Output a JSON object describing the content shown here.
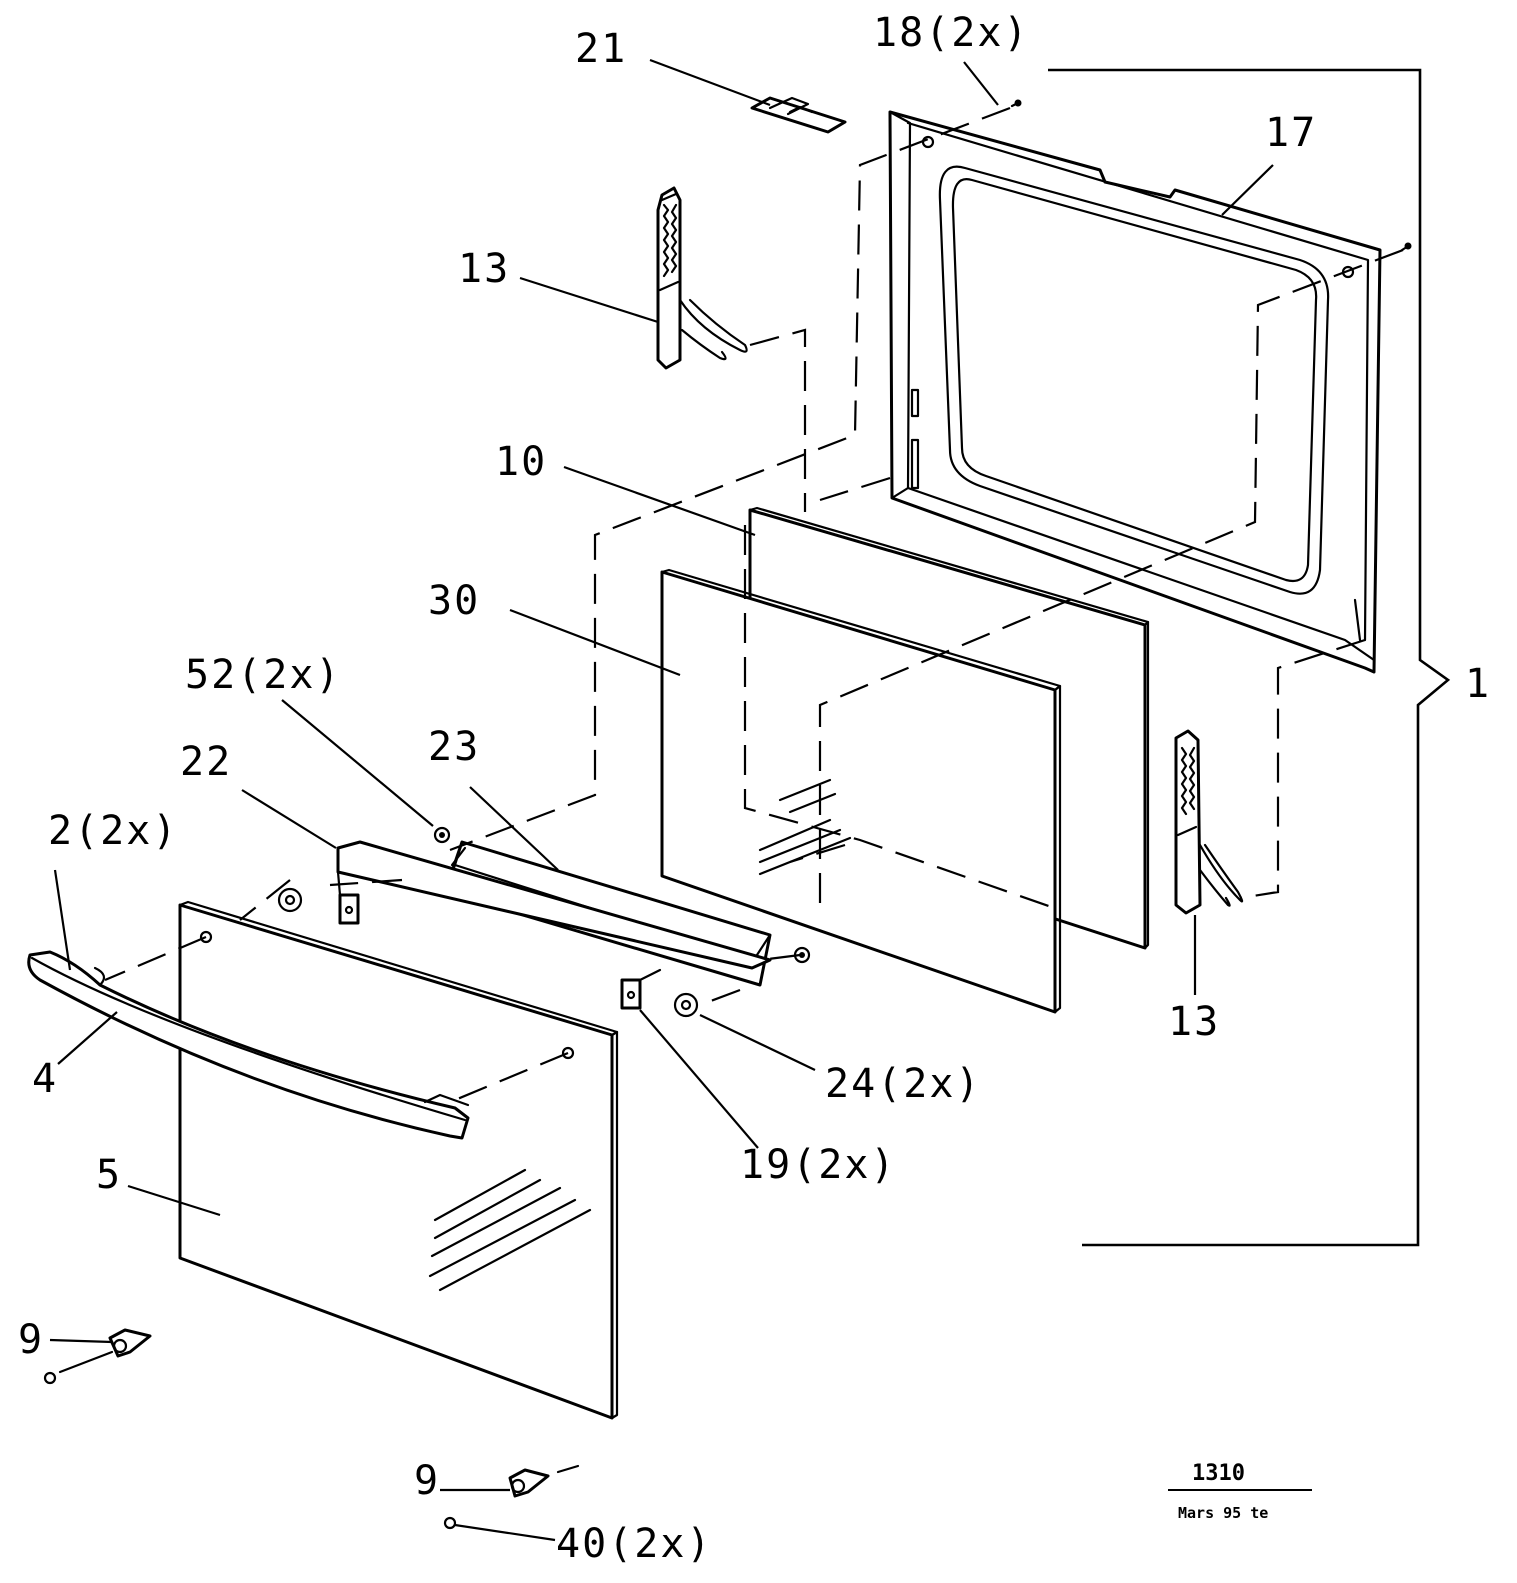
{
  "callouts": {
    "c21": "21",
    "c18": "18(2x)",
    "c17": "17",
    "c13_top": "13",
    "c10": "10",
    "c30": "30",
    "c52": "52(2x)",
    "c22": "22",
    "c23": "23",
    "c2": "2(2x)",
    "c1": "1",
    "c13_bottom": "13",
    "c4": "4",
    "c24": "24(2x)",
    "c19": "19(2x)",
    "c5": "5",
    "c9_left": "9",
    "c9_bottom": "9",
    "c40": "40(2x)"
  },
  "drawing_info": {
    "number": "1310",
    "date": "Mars 95 te"
  }
}
